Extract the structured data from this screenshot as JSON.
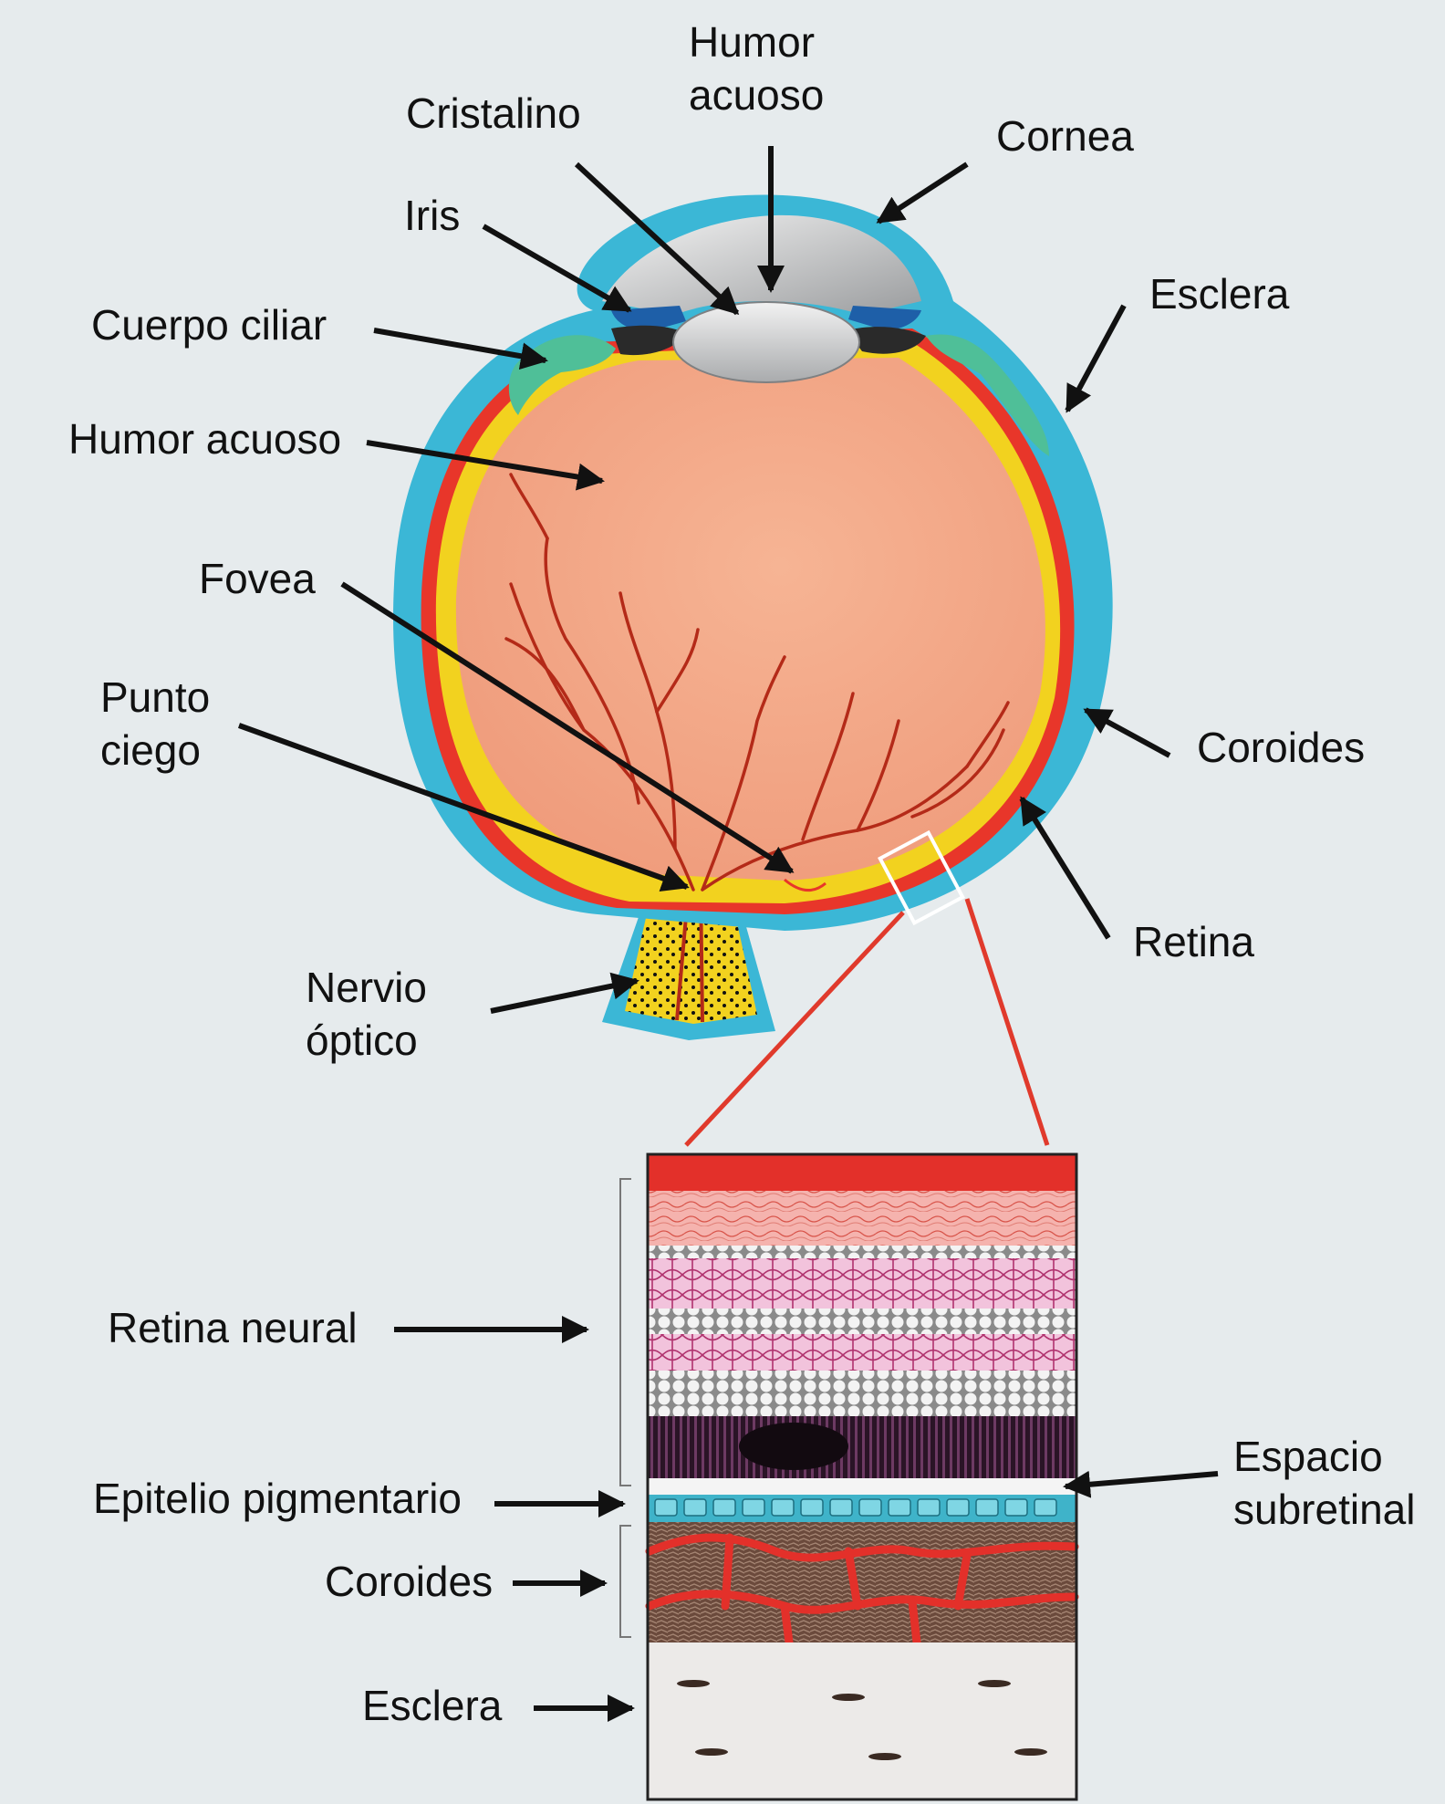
{
  "labels": {
    "humor_top_1": "Humor",
    "humor_top_2": "acuoso",
    "cristalino": "Cristalino",
    "cornea": "Cornea",
    "iris": "Iris",
    "esclera_top": "Esclera",
    "cuerpo_ciliar": "Cuerpo ciliar",
    "humor_acuoso": "Humor acuoso",
    "fovea": "Fovea",
    "punto_ciego_1": "Punto",
    "punto_ciego_2": "ciego",
    "coroides_top": "Coroides",
    "retina": "Retina",
    "nervio_1": "Nervio",
    "nervio_2": "óptico",
    "retina_neural": "Retina neural",
    "espacio_1": "Espacio",
    "espacio_2": "subretinal",
    "epitelio": "Epitelio pigmentario",
    "coroides_bottom": "Coroides",
    "esclera_bottom": "Esclera"
  },
  "colors": {
    "background": "#e6ebed",
    "sclera": "#3bb7d6",
    "choroid": "#e8362a",
    "retina": "#f2d21f",
    "vitreous": "#f3a384",
    "ciliary": "#4fbf98",
    "iris": "#1e5fa8",
    "lens": "#c9cbcd",
    "vessel": "#b42a18",
    "callout": "#e03a2c",
    "arrow": "#111111"
  }
}
